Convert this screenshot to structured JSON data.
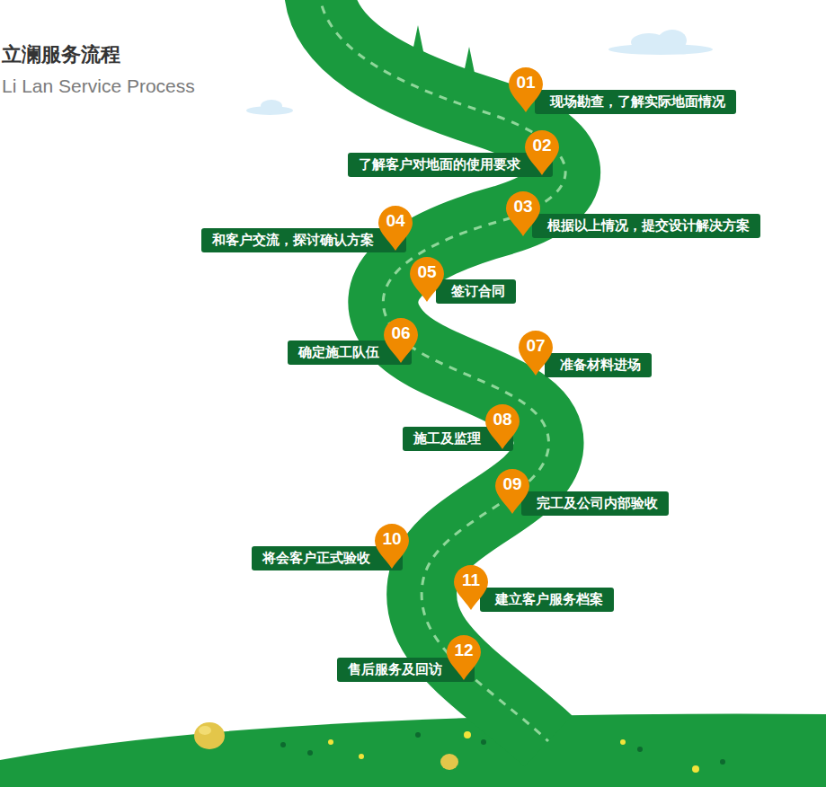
{
  "diagram": {
    "title": "立澜服务流程",
    "caption": "Li Lan Service Process",
    "nodes": [
      {
        "text": [
          "01",
          "现场勘查，了解实际地面情况"
        ]
      },
      {
        "text": [
          "02",
          "了解客户对地面的使用要求"
        ]
      },
      {
        "text": [
          "03",
          "根据以上情况，提交设计解决方案"
        ]
      },
      {
        "text": [
          "04",
          "和客户交流，探讨确认方案"
        ]
      },
      {
        "text": [
          "05",
          "签订合同"
        ]
      },
      {
        "text": [
          "06",
          "确定施工队伍"
        ]
      },
      {
        "text": [
          "07",
          "准备材料进场"
        ]
      },
      {
        "text": [
          "08",
          "施工及监理"
        ]
      },
      {
        "text": [
          "09",
          "完工及公司内部验收"
        ]
      },
      {
        "text": [
          "10",
          "将会客户正式验收"
        ]
      },
      {
        "text": [
          "11",
          "建立客户服务档案"
        ]
      },
      {
        "text": [
          "12",
          "售后服务及回访"
        ]
      }
    ]
  }
}
